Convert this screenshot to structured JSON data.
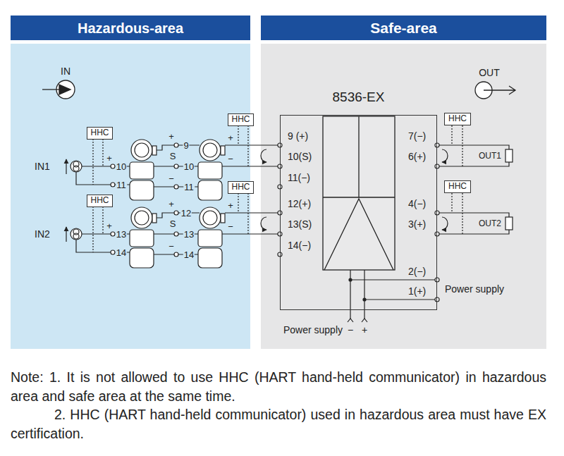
{
  "diagram": {
    "nodes": [
      {
        "text": [
          "Hazardous-area"
        ]
      },
      {
        "text": [
          "Safe-area"
        ]
      },
      {
        "text": [
          "8536-EX"
        ]
      },
      {
        "text": [
          "HHC"
        ]
      },
      {
        "text": [
          "HHC"
        ]
      },
      {
        "text": [
          "HHC"
        ]
      },
      {
        "text": [
          "HHC"
        ]
      },
      {
        "text": [
          "HHC"
        ]
      },
      {
        "text": [
          "HHC"
        ]
      }
    ],
    "labels": [
      "IN",
      "OUT",
      "IN1",
      "+",
      "10",
      "11",
      "+",
      "9",
      "S",
      "10",
      "−",
      "11",
      "+",
      "−",
      "9 (+)",
      "10(S)",
      "11(−)",
      "7(−)",
      "6(+)",
      "OUT1",
      "IN2",
      "+",
      "13",
      "14",
      "+",
      "12",
      "S",
      "13",
      "−",
      "14",
      "+",
      "−",
      "12(+)",
      "13(S)",
      "14(−)",
      "4(−)",
      "3(+)",
      "OUT2",
      "2(−)",
      "1(+)",
      "Power supply",
      "Power supply",
      "−",
      "+",
      "Note: 1. It is not allowed to use HHC (HART hand-held communicator) in hazardous area and safe area at the same time.",
      "2. HHC (HART hand-held communicator) used in hazardous area must have EX certification."
    ]
  }
}
